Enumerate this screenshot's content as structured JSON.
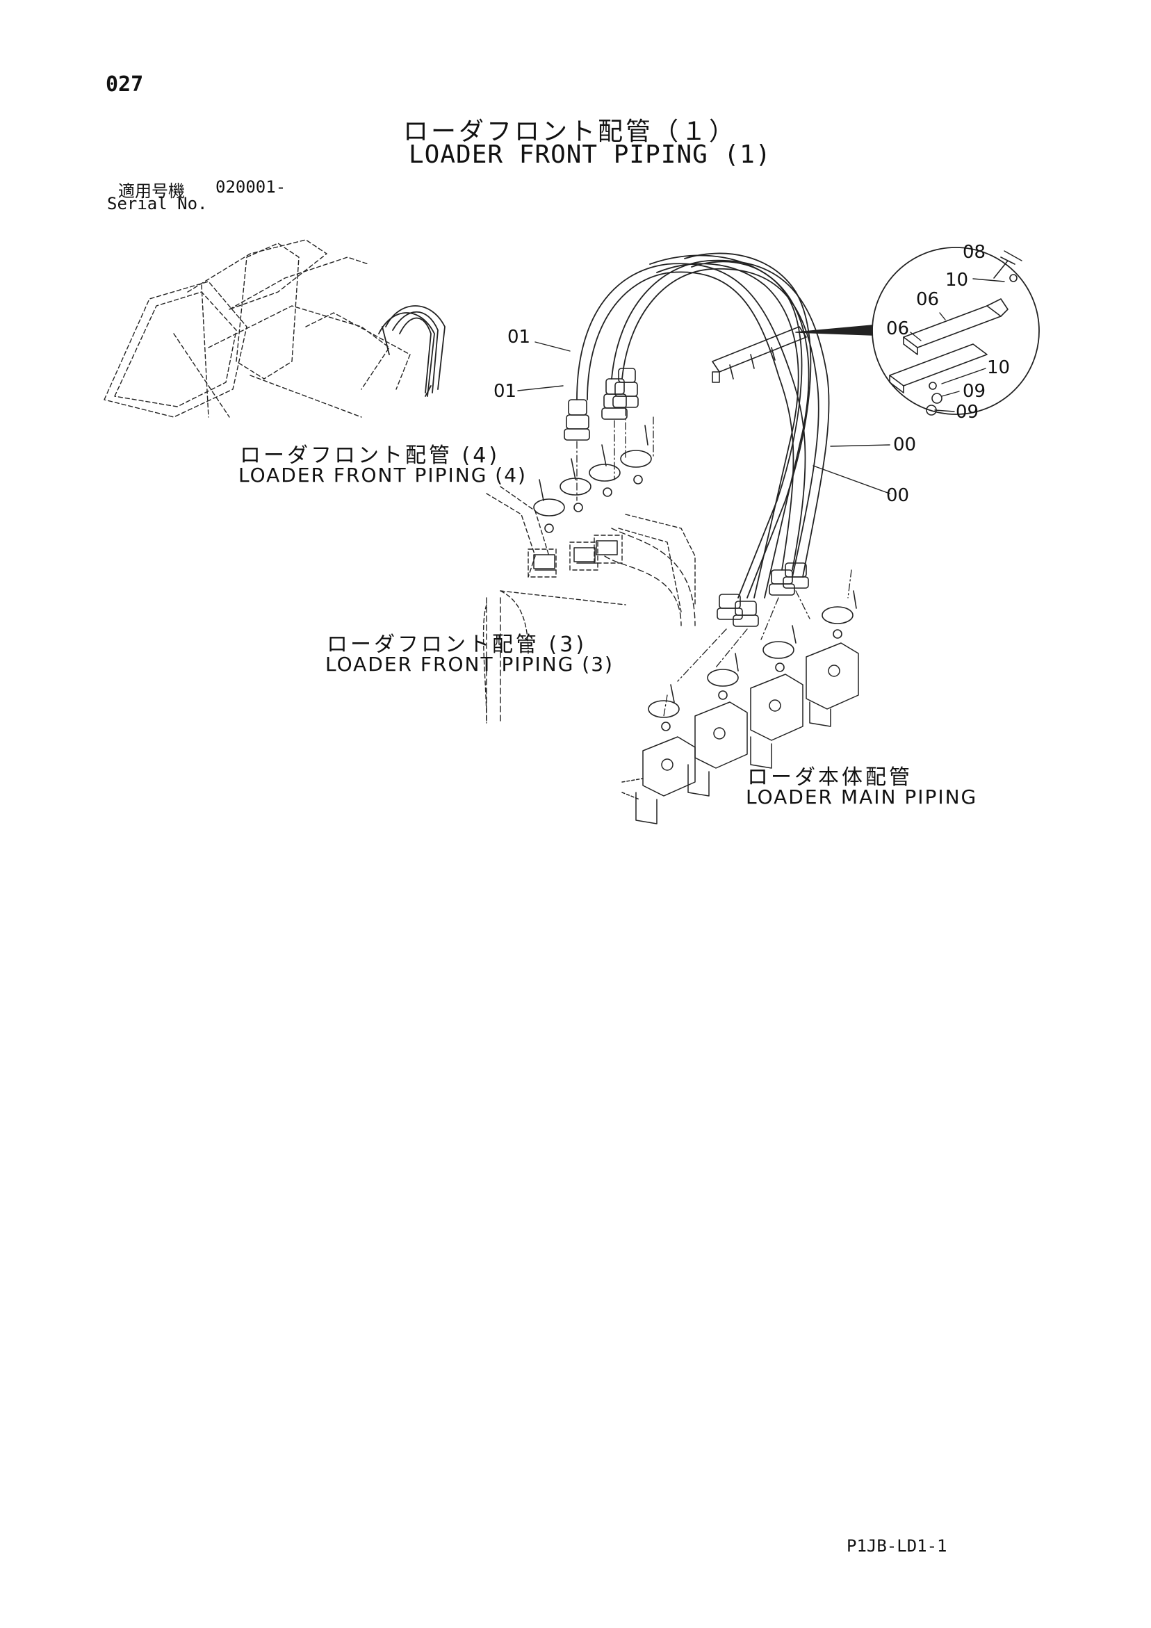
{
  "page_number": "027",
  "title": {
    "japanese": "ローダフロント配管（１）",
    "english": "LOADER FRONT PIPING (1)"
  },
  "serial": {
    "label_japanese": "適用号機",
    "value": "020001-",
    "label_english": "Serial No."
  },
  "callouts": {
    "c01a": "01",
    "c01b": "01",
    "c00a": "00",
    "c00b": "00",
    "c08": "08",
    "c10a": "10",
    "c06a": "06",
    "c06b": "06",
    "c10b": "10",
    "c09a": "09",
    "c09b": "09"
  },
  "references": {
    "piping4_jp": "ローダフロント配管 (4)",
    "piping4_en": "LOADER FRONT PIPING (4)",
    "piping3_jp": "ローダフロント配管 (3)",
    "piping3_en": "LOADER FRONT PIPING (3)",
    "main_jp": "ローダ本体配管",
    "main_en": "LOADER MAIN PIPING"
  },
  "document_code": "P1JB-LD1-1"
}
